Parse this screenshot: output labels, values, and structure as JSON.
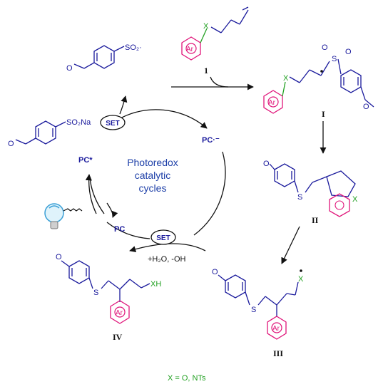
{
  "colors": {
    "bond": "#1a1a9c",
    "aryl": "#e0157a",
    "heteroatom": "#21a021",
    "arrow": "#111111",
    "cycle_text": "#1d3fa8"
  },
  "cycle": {
    "center_text": [
      "Photoredox",
      "catalytic",
      "cycles"
    ],
    "pc_excited": "PC*",
    "pc_radical_anion": "PC·⁻",
    "pc_ground": "PC",
    "set_label": "SET",
    "water_label": "+H₂O, -OH"
  },
  "reagents": {
    "sulfinate": "SO₂Na",
    "sulfonyl_radical": "SO₂·",
    "substrate_number": "1"
  },
  "structures": {
    "aryl_label": "Ar",
    "heteroatom": "X",
    "heteroatom_h": "XH",
    "methoxy": "O",
    "sulfonyl_s": "S",
    "sulfonyl_o": "O"
  },
  "intermediates": [
    "I",
    "II",
    "III",
    "IV"
  ],
  "footnote": "X = O, NTs",
  "icons": [
    "light-bulb-icon"
  ]
}
